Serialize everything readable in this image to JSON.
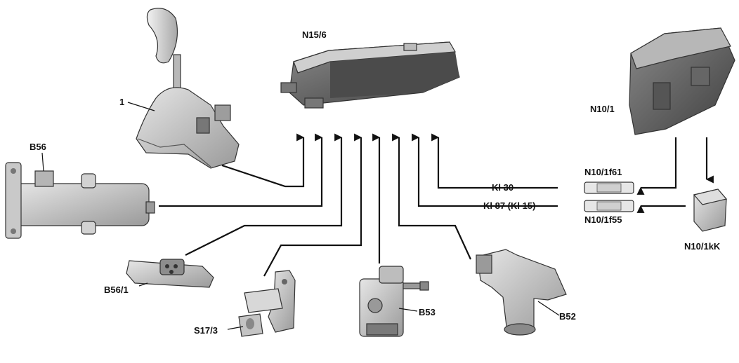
{
  "labels": {
    "shifter": "1",
    "control_unit": "N15/6",
    "b56": "B56",
    "b56_1": "B56/1",
    "s17_3": "S17/3",
    "b53": "B53",
    "b52": "B52",
    "fusebox": "N10/1",
    "fuse_f61": "N10/1f61",
    "fuse_f55": "N10/1f55",
    "relay": "N10/1kK",
    "kl30": "Kl 30",
    "kl87": "Kl 87 (Kl 15)"
  }
}
